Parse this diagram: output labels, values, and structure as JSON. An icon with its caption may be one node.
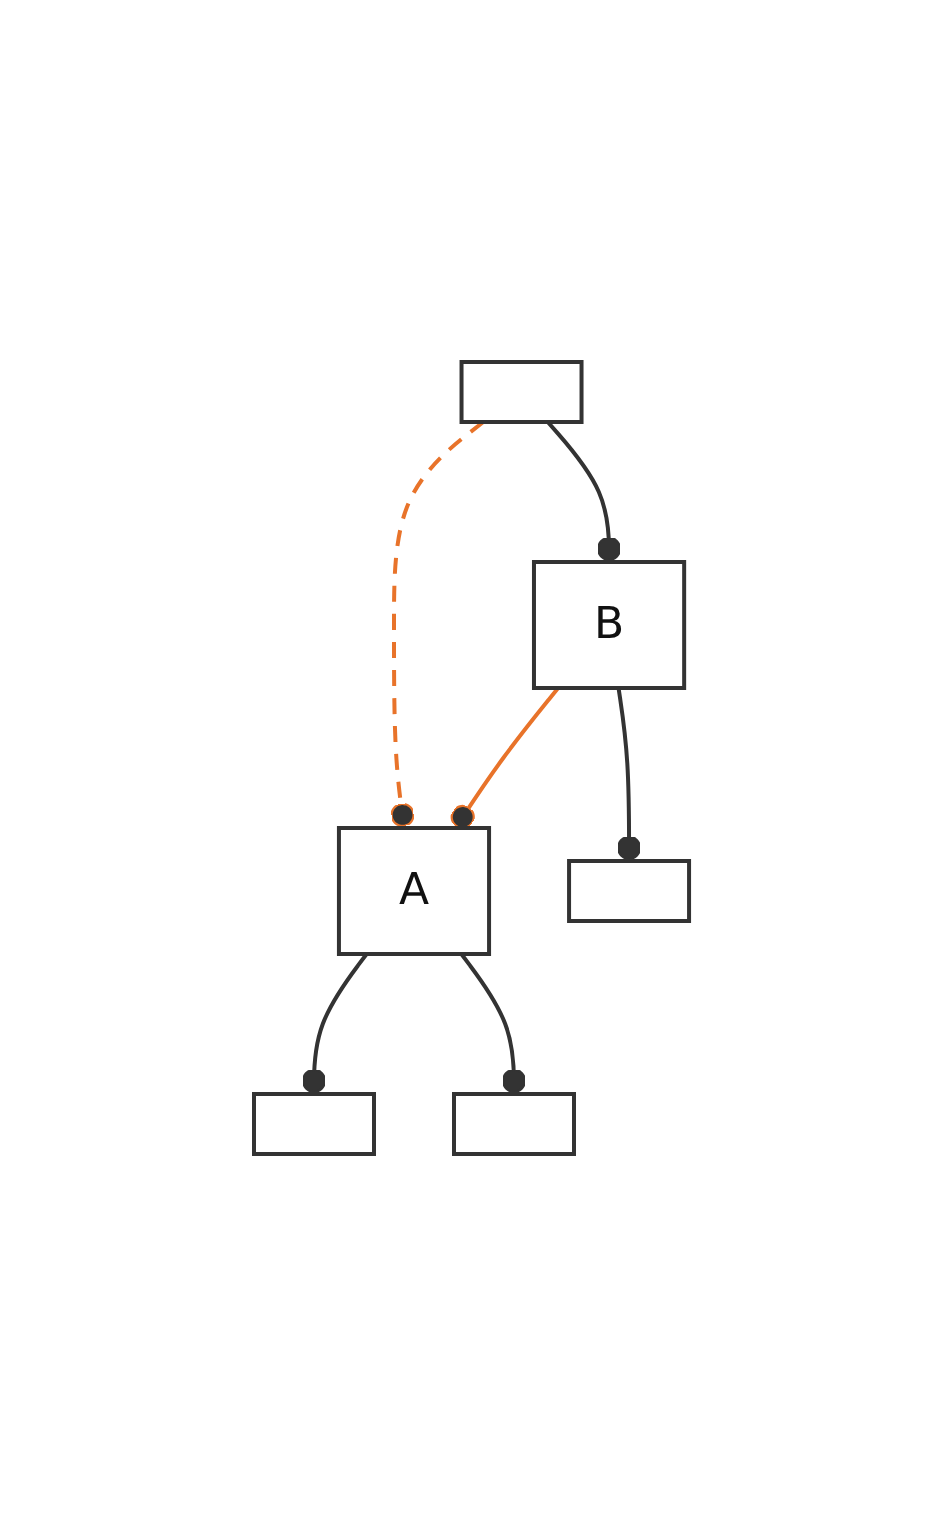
{
  "diagram": {
    "nodes": [
      {
        "text": [],
        "shape": "box"
      },
      {
        "text": [
          "B"
        ]
      },
      {
        "text": [
          "A"
        ]
      },
      {
        "text": [],
        "shape": "box"
      },
      {
        "text": [],
        "shape": "box"
      },
      {
        "text": [],
        "shape": "box"
      }
    ],
    "edges": [
      {
        "from": 0,
        "to": 1,
        "arrow": "other"
      },
      {
        "from": 0,
        "to": 2,
        "arrow": "other",
        "style": "dashed",
        "color": "#e8732a"
      },
      {
        "from": 1,
        "to": 2,
        "arrow": "other",
        "color": "#e8732a"
      },
      {
        "from": 1,
        "to": 3,
        "arrow": "other"
      },
      {
        "from": 2,
        "to": 4,
        "arrow": "other"
      },
      {
        "from": 2,
        "to": 5,
        "arrow": "other"
      }
    ]
  }
}
